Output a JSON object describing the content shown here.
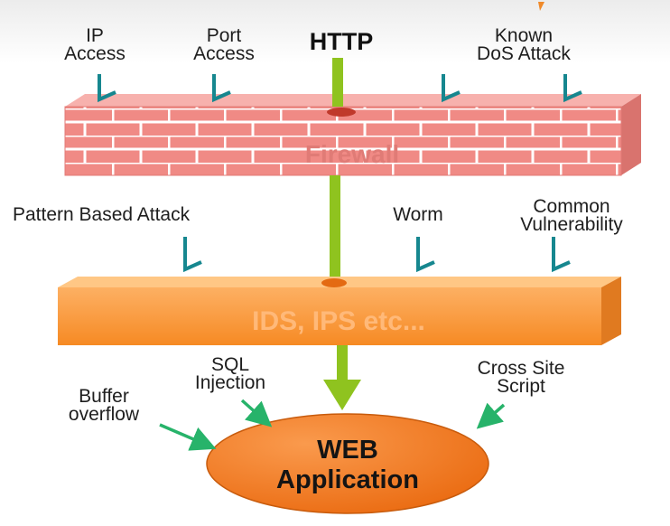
{
  "labels": {
    "http": "HTTP",
    "ip_access": [
      "IP",
      "Access"
    ],
    "port_access": [
      "Port",
      "Access"
    ],
    "known_dos": [
      "Known",
      "DoS Attack"
    ],
    "firewall": "Firewall",
    "pattern_based": "Pattern Based Attack",
    "worm": "Worm",
    "common_vuln": [
      "Common",
      "Vulnerability"
    ],
    "ids": "IDS, IPS etc...",
    "sql_injection": [
      "SQL",
      "Injection"
    ],
    "cross_site": [
      "Cross Site",
      "Script"
    ],
    "buffer_overflow": [
      "Buffer",
      "overflow"
    ],
    "web_app": [
      "WEB",
      "Application"
    ]
  },
  "colors": {
    "http_arrow": "#8fc31f",
    "blocked_arrow": "#16878f",
    "firewall_brick": "#f08a85",
    "firewall_mortar": "#ffffff",
    "ids_block": "#fb9b3d",
    "web_app": "#f5781c",
    "attack_arrow": "#27b36a"
  }
}
